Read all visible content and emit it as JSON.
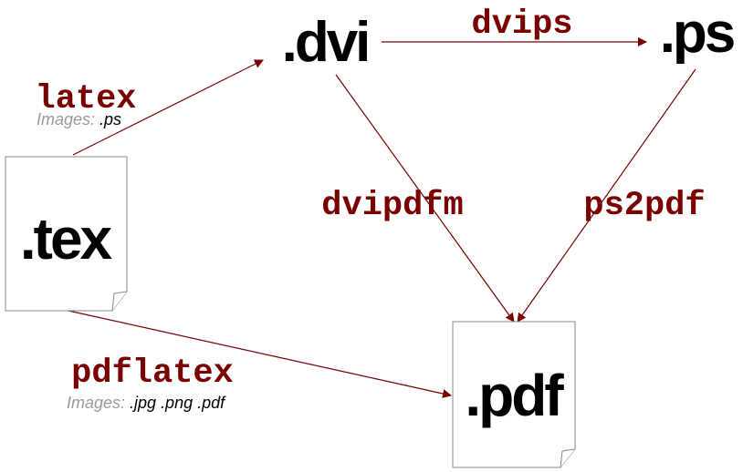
{
  "colors": {
    "accent": "#7a0000",
    "arrow": "#7a0000",
    "doc_border": "#888888"
  },
  "formats": {
    "tex": ".tex",
    "dvi": ".dvi",
    "ps": ".ps",
    "pdf": ".pdf"
  },
  "tools": {
    "latex": "latex",
    "dvips": "dvips",
    "dvipdfm": "dvipdfm",
    "ps2pdf": "ps2pdf",
    "pdflatex": "pdflatex"
  },
  "notes": {
    "latex": {
      "key": "Images:",
      "value": ".ps"
    },
    "pdflatex": {
      "key": "Images:",
      "value": ".jpg .png .pdf"
    }
  }
}
